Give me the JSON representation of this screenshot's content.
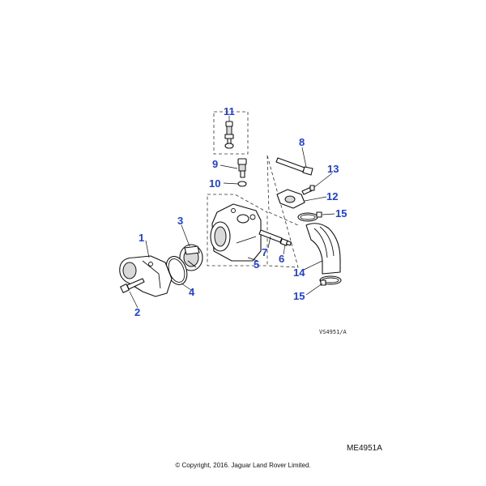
{
  "callouts": [
    {
      "id": "1",
      "label": "1"
    },
    {
      "id": "2",
      "label": "2"
    },
    {
      "id": "3",
      "label": "3"
    },
    {
      "id": "4",
      "label": "4"
    },
    {
      "id": "5",
      "label": "5"
    },
    {
      "id": "6",
      "label": "6"
    },
    {
      "id": "7",
      "label": "7"
    },
    {
      "id": "8",
      "label": "8"
    },
    {
      "id": "9",
      "label": "9"
    },
    {
      "id": "10",
      "label": "10"
    },
    {
      "id": "11",
      "label": "11"
    },
    {
      "id": "12",
      "label": "12"
    },
    {
      "id": "13",
      "label": "13"
    },
    {
      "id": "14",
      "label": "14"
    },
    {
      "id": "15a",
      "label": "15"
    },
    {
      "id": "15b",
      "label": "15"
    }
  ],
  "view_ref": "VS4951/A",
  "drawing_ref": "ME4951A",
  "copyright": "© Copyright, 2016. Jaguar Land Rover Limited.",
  "colors": {
    "callout": "#1f3fd6",
    "line": "#111111",
    "background": "#ffffff"
  }
}
